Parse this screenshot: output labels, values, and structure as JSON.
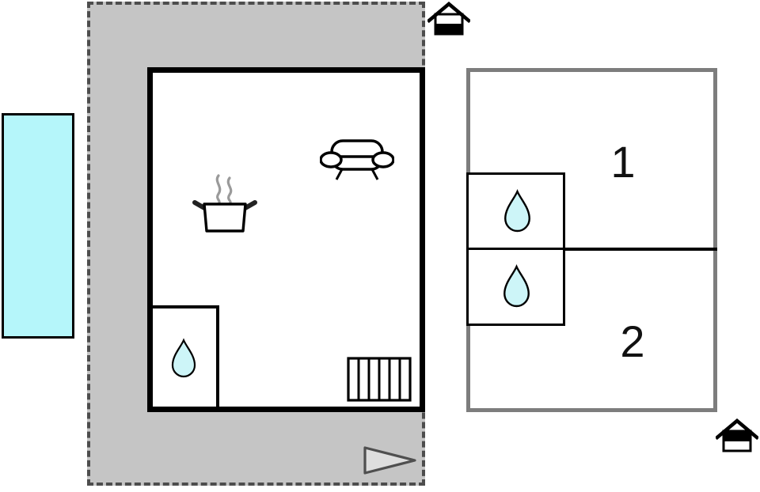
{
  "page": {
    "kind": "holiday-home floor plan",
    "background": "#ffffff"
  },
  "colors": {
    "terrace_fill": "#c5c5c5",
    "terrace_dash": "#4d4d4d",
    "wall_black": "#000000",
    "annex_wall_gray": "#7d7d7d",
    "pool_fill": "#b5f6fa",
    "drop_fill": "#cdf5f8",
    "steam_gray": "#9a9a9a",
    "arrow_fill": "#dedede",
    "arrow_stroke": "#4f4f4f"
  },
  "annex": {
    "room1_label": "1",
    "room2_label": "2"
  },
  "icons": {
    "entrance_marker_top": "house-entrance-icon",
    "entrance_marker_bottom": "house-entrance-icon",
    "steam_pot": "steam-pot-icon",
    "sofa": "sofa-icon",
    "radiator": "radiator-icon",
    "water_drop": "water-drop-icon",
    "direction_arrow": "right-triangle-arrow-icon"
  }
}
